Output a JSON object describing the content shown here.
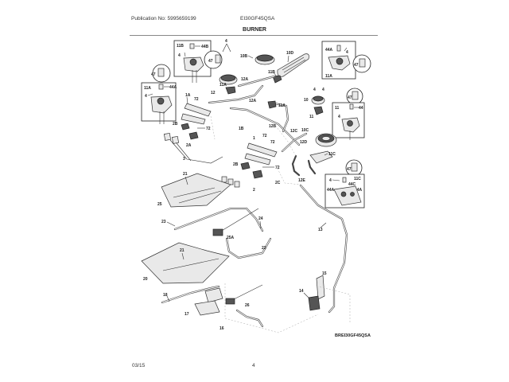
{
  "header": {
    "publication": "Publication No: 5995659199",
    "model": "EI30GF45QSA",
    "section_title": "BURNER"
  },
  "footer": {
    "date": "03/15",
    "page": "4",
    "drawing_code": "BREI30GF45QSA"
  },
  "callouts": {
    "box_11B": "11B",
    "box_11A_left": "11A",
    "box_11A_right": "11A",
    "box_11": "11",
    "box_11C": "11C",
    "p44B": "44B",
    "p44A_l": "44A",
    "p44A_r": "44A",
    "p44": "44",
    "p44C": "44C",
    "p44A_c1": "44A",
    "p44A_c2": "44A",
    "p47_a": "47",
    "p47_b": "47",
    "p47_c": "47",
    "p47_d": "47",
    "p47_e": "47",
    "p4_a": "4",
    "p4_b": "4",
    "p4_c": "4",
    "p4_d": "4",
    "p4_e": "4",
    "p4_f": "4",
    "p4_g": "4",
    "p4_h": "4",
    "p10B": "10B",
    "p10D": "10D",
    "p10": "10",
    "p10C": "10C",
    "p12A_a": "12A",
    "p12A_b": "12A",
    "p12": "12",
    "p12B": "12B",
    "p12C": "12C",
    "p12D": "12D",
    "p12E": "12E",
    "p11B": "11B",
    "p11A_a": "11A",
    "p11A_b": "11A",
    "p11": "11",
    "p11C": "11C",
    "p1A": "1A",
    "p1": "1",
    "p1B": "1B",
    "p72_a": "72",
    "p72_b": "72",
    "p72_c": "72",
    "p72_d": "72",
    "p72_e": "72",
    "p2B_a": "2B",
    "p2B_b": "2B",
    "p2A": "2A",
    "p2": "2",
    "p2C": "2C",
    "p3": "3",
    "p13": "13",
    "p14": "14",
    "p15": "15",
    "p16": "16",
    "p17": "17",
    "p18": "18",
    "p20": "20",
    "p21_a": "21",
    "p21_b": "21",
    "p22": "22",
    "p23": "23",
    "p24": "24",
    "p25": "25",
    "p25A": "25A",
    "p26": "26"
  }
}
